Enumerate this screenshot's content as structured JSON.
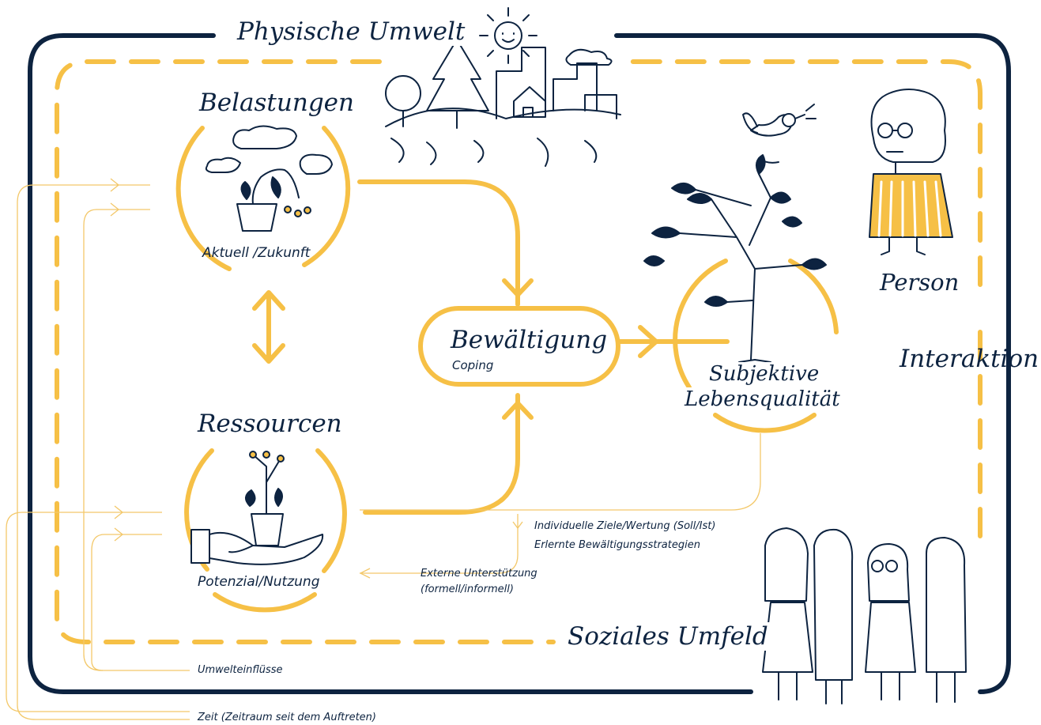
{
  "frame": {
    "outer_title": "Physische Umwelt",
    "inner_title": "Soziales Umfeld",
    "interaction_label": "Interaktion"
  },
  "nodes": {
    "belastungen": {
      "title": "Belastungen",
      "subtitle": "Aktuell /Zukunft"
    },
    "ressourcen": {
      "title": "Ressourcen",
      "subtitle": "Potenzial/Nutzung"
    },
    "bewaeltigung": {
      "title": "Bewältigung",
      "subtitle": "Coping"
    },
    "lebensqualitaet": {
      "title_line1": "Subjektive",
      "title_line2": "Lebensqualität"
    },
    "person": {
      "title": "Person"
    }
  },
  "annotations": {
    "ziele": "Individuelle Ziele/Wertung (Soll/Ist)",
    "strategien": "Erlernte Bewältigungsstrategien",
    "externe_line1": "Externe Unterstützung",
    "externe_line2": "(formell/informell)",
    "umwelteinfluesse": "Umwelteinflüsse",
    "zeit": "Zeit (Zeitraum seit dem Auftreten)"
  },
  "colors": {
    "navy": "#0d2340",
    "yellow": "#f6c046",
    "thin_yellow": "#f3c86a"
  }
}
